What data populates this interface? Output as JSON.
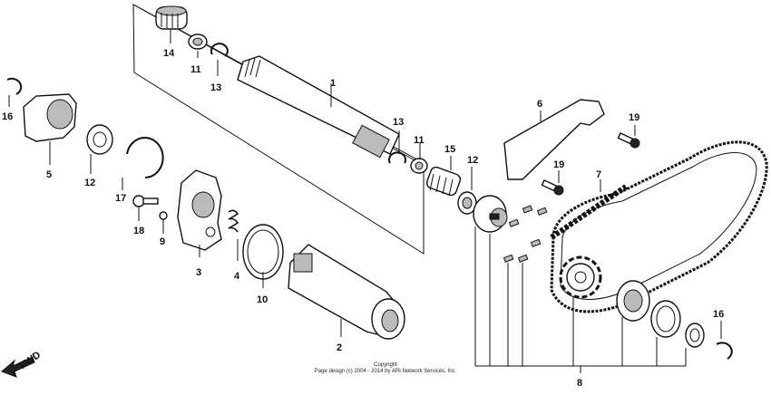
{
  "labels": [
    {
      "id": "1",
      "text": "1"
    },
    {
      "id": "2",
      "text": "2"
    },
    {
      "id": "3",
      "text": "3"
    },
    {
      "id": "4",
      "text": "4"
    },
    {
      "id": "5",
      "text": "5"
    },
    {
      "id": "6",
      "text": "6"
    },
    {
      "id": "7",
      "text": "7"
    },
    {
      "id": "8",
      "text": "8"
    },
    {
      "id": "9",
      "text": "9"
    },
    {
      "id": "10",
      "text": "10"
    },
    {
      "id": "11a",
      "text": "11"
    },
    {
      "id": "11b",
      "text": "11"
    },
    {
      "id": "12a",
      "text": "12"
    },
    {
      "id": "12b",
      "text": "12"
    },
    {
      "id": "13a",
      "text": "13"
    },
    {
      "id": "13b",
      "text": "13"
    },
    {
      "id": "14",
      "text": "14"
    },
    {
      "id": "15",
      "text": "15"
    },
    {
      "id": "16a",
      "text": "16"
    },
    {
      "id": "16b",
      "text": "16"
    },
    {
      "id": "17",
      "text": "17"
    },
    {
      "id": "18",
      "text": "18"
    },
    {
      "id": "19a",
      "text": "19"
    },
    {
      "id": "19b",
      "text": "19"
    }
  ],
  "fwd": {
    "text": "FWD"
  },
  "copyright": {
    "line1": "Copyright",
    "line2": "Page design (c) 2004 - 2014 by ARI Network Services, Inc."
  }
}
